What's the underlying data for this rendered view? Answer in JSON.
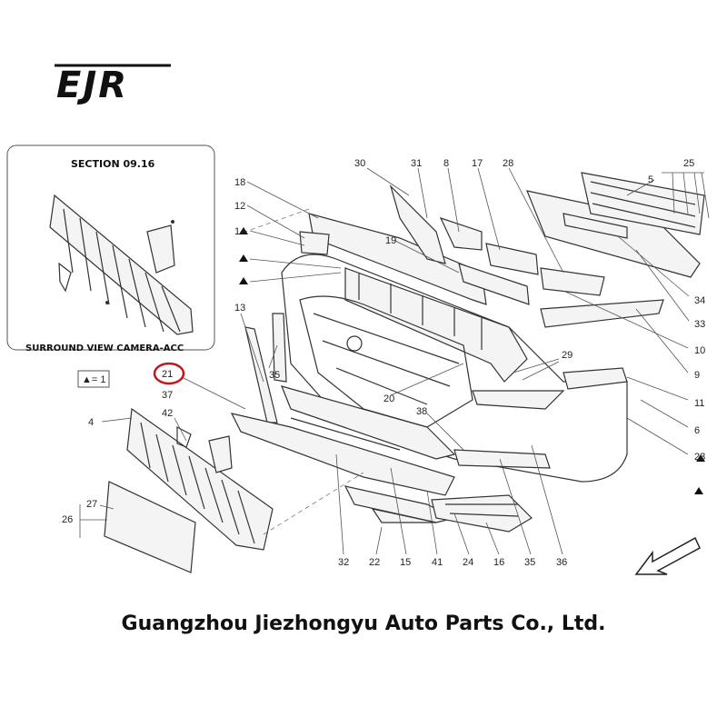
{
  "brand": {
    "logo_text": "EJR"
  },
  "inset": {
    "title": "SECTION 09.16",
    "caption": "SURROUND VIEW CAMERA-ACC"
  },
  "legend": {
    "text": "▲= 1"
  },
  "callouts": [
    {
      "n": "30"
    },
    {
      "n": "31"
    },
    {
      "n": "8"
    },
    {
      "n": "17"
    },
    {
      "n": "28"
    },
    {
      "n": "25"
    },
    {
      "n": "5"
    },
    {
      "n": "18"
    },
    {
      "n": "12"
    },
    {
      "n": "14"
    },
    {
      "n": "19"
    },
    {
      "n": "34"
    },
    {
      "n": "33"
    },
    {
      "n": "10"
    },
    {
      "n": "9"
    },
    {
      "n": "13"
    },
    {
      "n": "35"
    },
    {
      "n": "29"
    },
    {
      "n": "11"
    },
    {
      "n": "6"
    },
    {
      "n": "23"
    },
    {
      "n": "20"
    },
    {
      "n": "38"
    },
    {
      "n": "21"
    },
    {
      "n": "37"
    },
    {
      "n": "42"
    },
    {
      "n": "4"
    },
    {
      "n": "27"
    },
    {
      "n": "26"
    },
    {
      "n": "32"
    },
    {
      "n": "22"
    },
    {
      "n": "15"
    },
    {
      "n": "41"
    },
    {
      "n": "24"
    },
    {
      "n": "16"
    },
    {
      "n": "35"
    },
    {
      "n": "36"
    }
  ],
  "company": {
    "name": "Guangzhou Jiezhongyu Auto Parts Co., Ltd."
  },
  "colors": {
    "highlight_circle": "#c0181a",
    "ink": "#222222"
  }
}
